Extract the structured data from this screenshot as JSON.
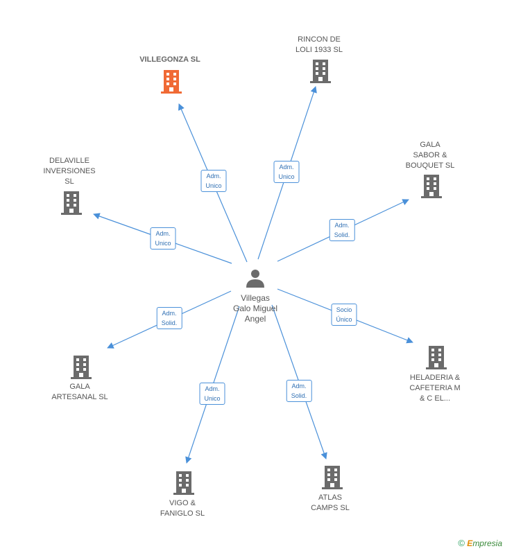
{
  "colors": {
    "edge": "#4a90d9",
    "building": "#6b6b6b",
    "building_main": "#f06a35",
    "person": "#6b6b6b"
  },
  "center": {
    "icon": "person-icon",
    "label": "Villegas\nGalo Miguel\nAngel"
  },
  "nodes": [
    {
      "id": "villegonza",
      "label": "VILLEGONZA SL",
      "main": true,
      "edge_label": "Adm.\nUnico"
    },
    {
      "id": "rincon",
      "label": "RINCON DE\nLOLI 1933  SL",
      "main": false,
      "edge_label": "Adm.\nUnico"
    },
    {
      "id": "gala-sabor",
      "label": "GALA\nSABOR &\nBOUQUET SL",
      "main": false,
      "edge_label": "Adm.\nSolid."
    },
    {
      "id": "delaville",
      "label": "DELAVILLE\nINVERSIONES\nSL",
      "main": false,
      "edge_label": "Adm.\nUnico"
    },
    {
      "id": "heladeria",
      "label": "HELADERIA &\nCAFETERIA M\n& C EL...",
      "main": false,
      "edge_label": "Socio\nÚnico"
    },
    {
      "id": "gala-artesanal",
      "label": "GALA\nARTESANAL SL",
      "main": false,
      "edge_label": "Adm.\nSolid."
    },
    {
      "id": "vigo",
      "label": "VIGO &\nFANIGLO  SL",
      "main": false,
      "edge_label": "Adm.\nUnico"
    },
    {
      "id": "atlas",
      "label": "ATLAS\nCAMPS SL",
      "main": false,
      "edge_label": "Adm.\nSolid."
    }
  ],
  "footer": {
    "copyright": "©",
    "brand_initial": "E",
    "brand_rest": "mpresia"
  }
}
